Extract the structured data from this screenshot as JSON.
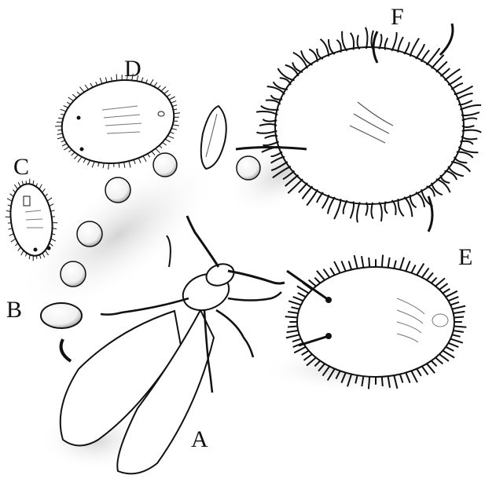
{
  "labels": {
    "a": "A",
    "b": "B",
    "c": "C",
    "d": "D",
    "e": "E",
    "f": "F"
  },
  "colors": {
    "ink": "#111111",
    "paper": "#ffffff",
    "stipple": "#c8c8c8"
  }
}
